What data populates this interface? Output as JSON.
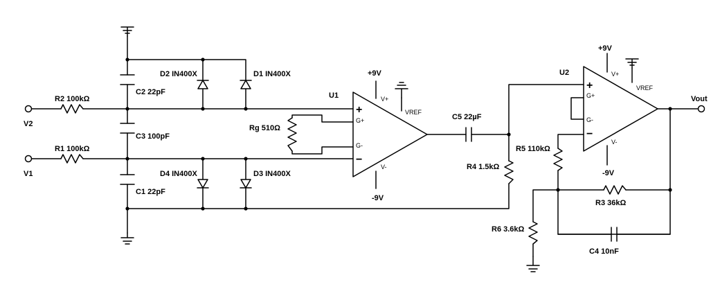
{
  "terminals": {
    "v2": "V2",
    "v1": "V1",
    "vout": "Vout"
  },
  "components": {
    "r2": "R2 100kΩ",
    "r1": "R1 100kΩ",
    "c2": "C2 22pF",
    "c3": "C3 100pF",
    "c1": "C1 22pF",
    "d1": "D1 IN400X",
    "d2": "D2 IN400X",
    "d3": "D3 IN400X",
    "d4": "D4 IN400X",
    "rg": "Rg 510Ω",
    "c5": "C5 22µF",
    "r4": "R4 1.5kΩ",
    "r5": "R5 110kΩ",
    "r3": "R3 36kΩ",
    "r6": "R6 3.6kΩ",
    "c4": "C4 10nF"
  },
  "u1": {
    "name": "U1",
    "supply_pos": "+9V",
    "supply_neg": "-9V",
    "pin_vpos": "V+",
    "pin_vneg": "V-",
    "pin_vref": "VREF",
    "pin_gpos": "G+",
    "pin_gneg": "G-",
    "sign_plus": "+",
    "sign_minus": "−"
  },
  "u2": {
    "name": "U2",
    "supply_pos": "+9V",
    "supply_neg": "-9V",
    "pin_vpos": "V+",
    "pin_vneg": "V-",
    "pin_vref": "VREF",
    "pin_gpos": "G+",
    "pin_gneg": "G-",
    "sign_plus": "+",
    "sign_minus": "−"
  }
}
